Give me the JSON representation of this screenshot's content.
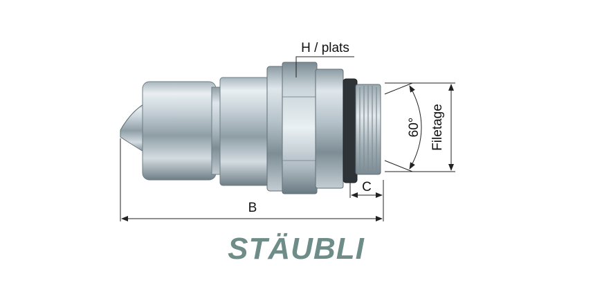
{
  "labels": {
    "hex": "H / plats",
    "angle": "60°",
    "thread": "Filetage",
    "c_dim": "C",
    "b_dim": "B"
  },
  "logo": {
    "text": "STÄUBLI",
    "color": "#6e8c88"
  },
  "colors": {
    "metal_dark": "#5f6f75",
    "metal_light": "#eef3f6",
    "dim_line": "#222222"
  }
}
